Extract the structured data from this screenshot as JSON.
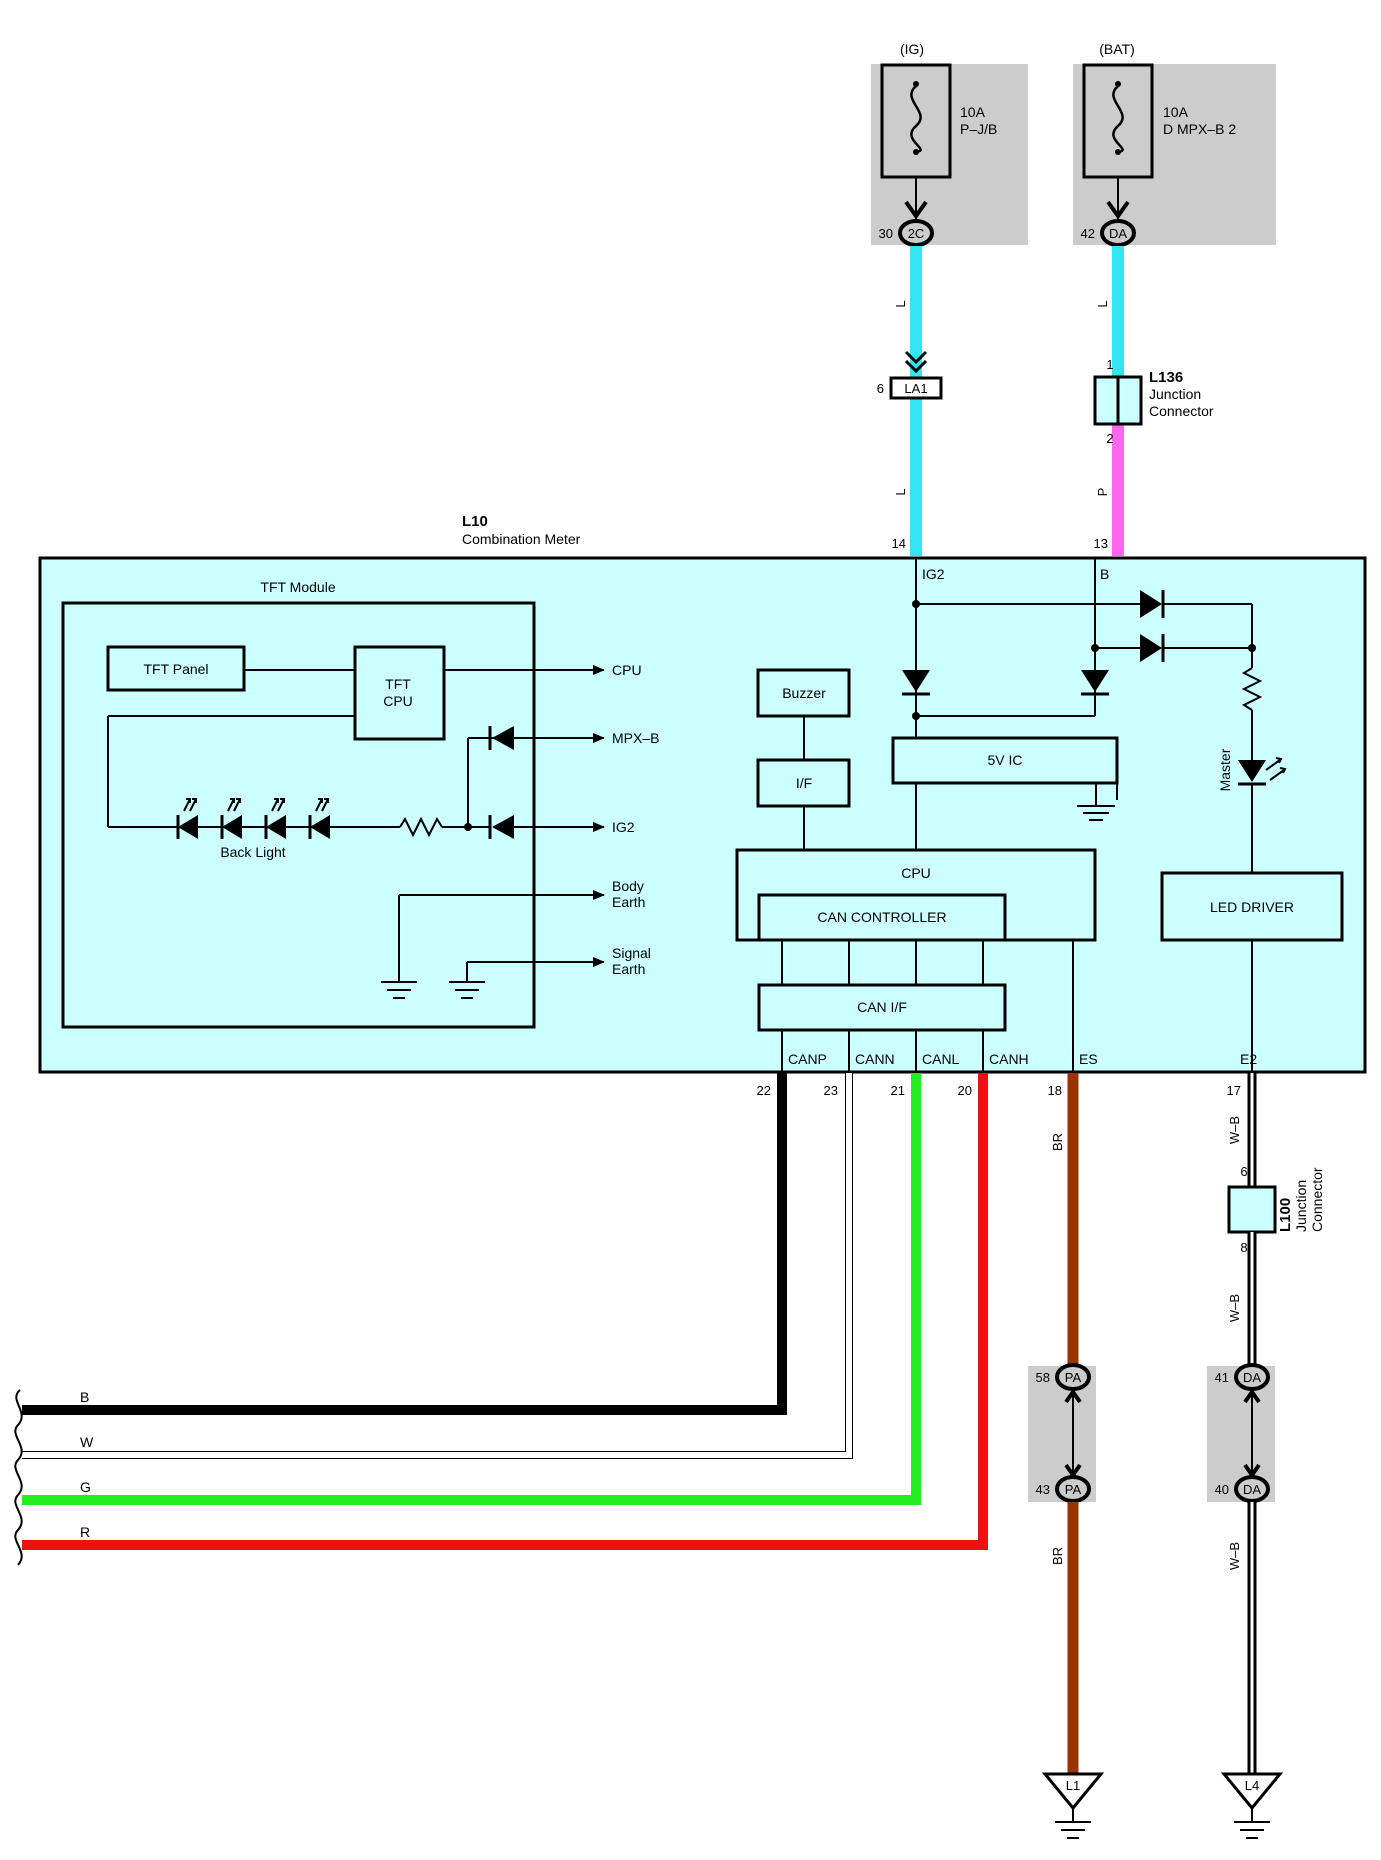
{
  "fuses": [
    {
      "label": "(IG)",
      "rating": "10A",
      "name": "P–J/B",
      "pin": "30",
      "connector": "2C"
    },
    {
      "label": "(BAT)",
      "rating": "10A",
      "name": "D MPX–B 2",
      "pin": "42",
      "connector": "DA"
    }
  ],
  "connectors": {
    "la1": {
      "pin": "6",
      "name": "LA1"
    },
    "l136": {
      "id": "L136",
      "desc1": "Junction",
      "desc2": "Connector",
      "pin_in": "1",
      "pin_out": "2"
    },
    "l100": {
      "id": "L100",
      "desc1": "Junction",
      "desc2": "Connector",
      "pin_in": "6",
      "pin_out": "8"
    },
    "pa": {
      "name": "PA",
      "pin_top": "58",
      "pin_bottom": "43"
    },
    "da": {
      "name": "DA",
      "pin_top": "41",
      "pin_bottom": "40"
    }
  },
  "meter": {
    "id": "L10",
    "name": "Combination Meter",
    "pin_ig2": "14",
    "pin_b": "13",
    "ig2": "IG2",
    "b": "B",
    "tft_module": "TFT Module",
    "tft_panel": "TFT Panel",
    "tft_cpu_1": "TFT",
    "tft_cpu_2": "CPU",
    "out_cpu": "CPU",
    "out_mpxb": "MPX–B",
    "out_ig2": "IG2",
    "body_earth_1": "Body",
    "body_earth_2": "Earth",
    "signal_earth_1": "Signal",
    "signal_earth_2": "Earth",
    "back_light": "Back Light",
    "buzzer": "Buzzer",
    "if": "I/F",
    "ic5v": "5V IC",
    "cpu": "CPU",
    "can_controller": "CAN CONTROLLER",
    "can_if": "CAN I/F",
    "led_driver": "LED DRIVER",
    "master": "Master",
    "terminals": [
      {
        "name": "CANP",
        "pin": "22"
      },
      {
        "name": "CANN",
        "pin": "23"
      },
      {
        "name": "CANL",
        "pin": "21"
      },
      {
        "name": "CANH",
        "pin": "20"
      },
      {
        "name": "ES",
        "pin": "18"
      },
      {
        "name": "E2",
        "pin": "17"
      }
    ]
  },
  "wire_codes": {
    "l": "L",
    "p": "P",
    "br": "BR",
    "wb": "W–B",
    "b": "B",
    "w": "W",
    "g": "G",
    "r": "R"
  },
  "grounds": [
    "L1",
    "L4"
  ],
  "colors": {
    "meter_fill": "#ccffff",
    "fuse_box_fill": "#cccccc",
    "wire_l": "#33e5f0",
    "wire_p": "#ff66ee",
    "wire_br": "#993300",
    "wire_g": "#22ee22",
    "wire_r": "#ee1111",
    "wire_b": "#000000"
  }
}
